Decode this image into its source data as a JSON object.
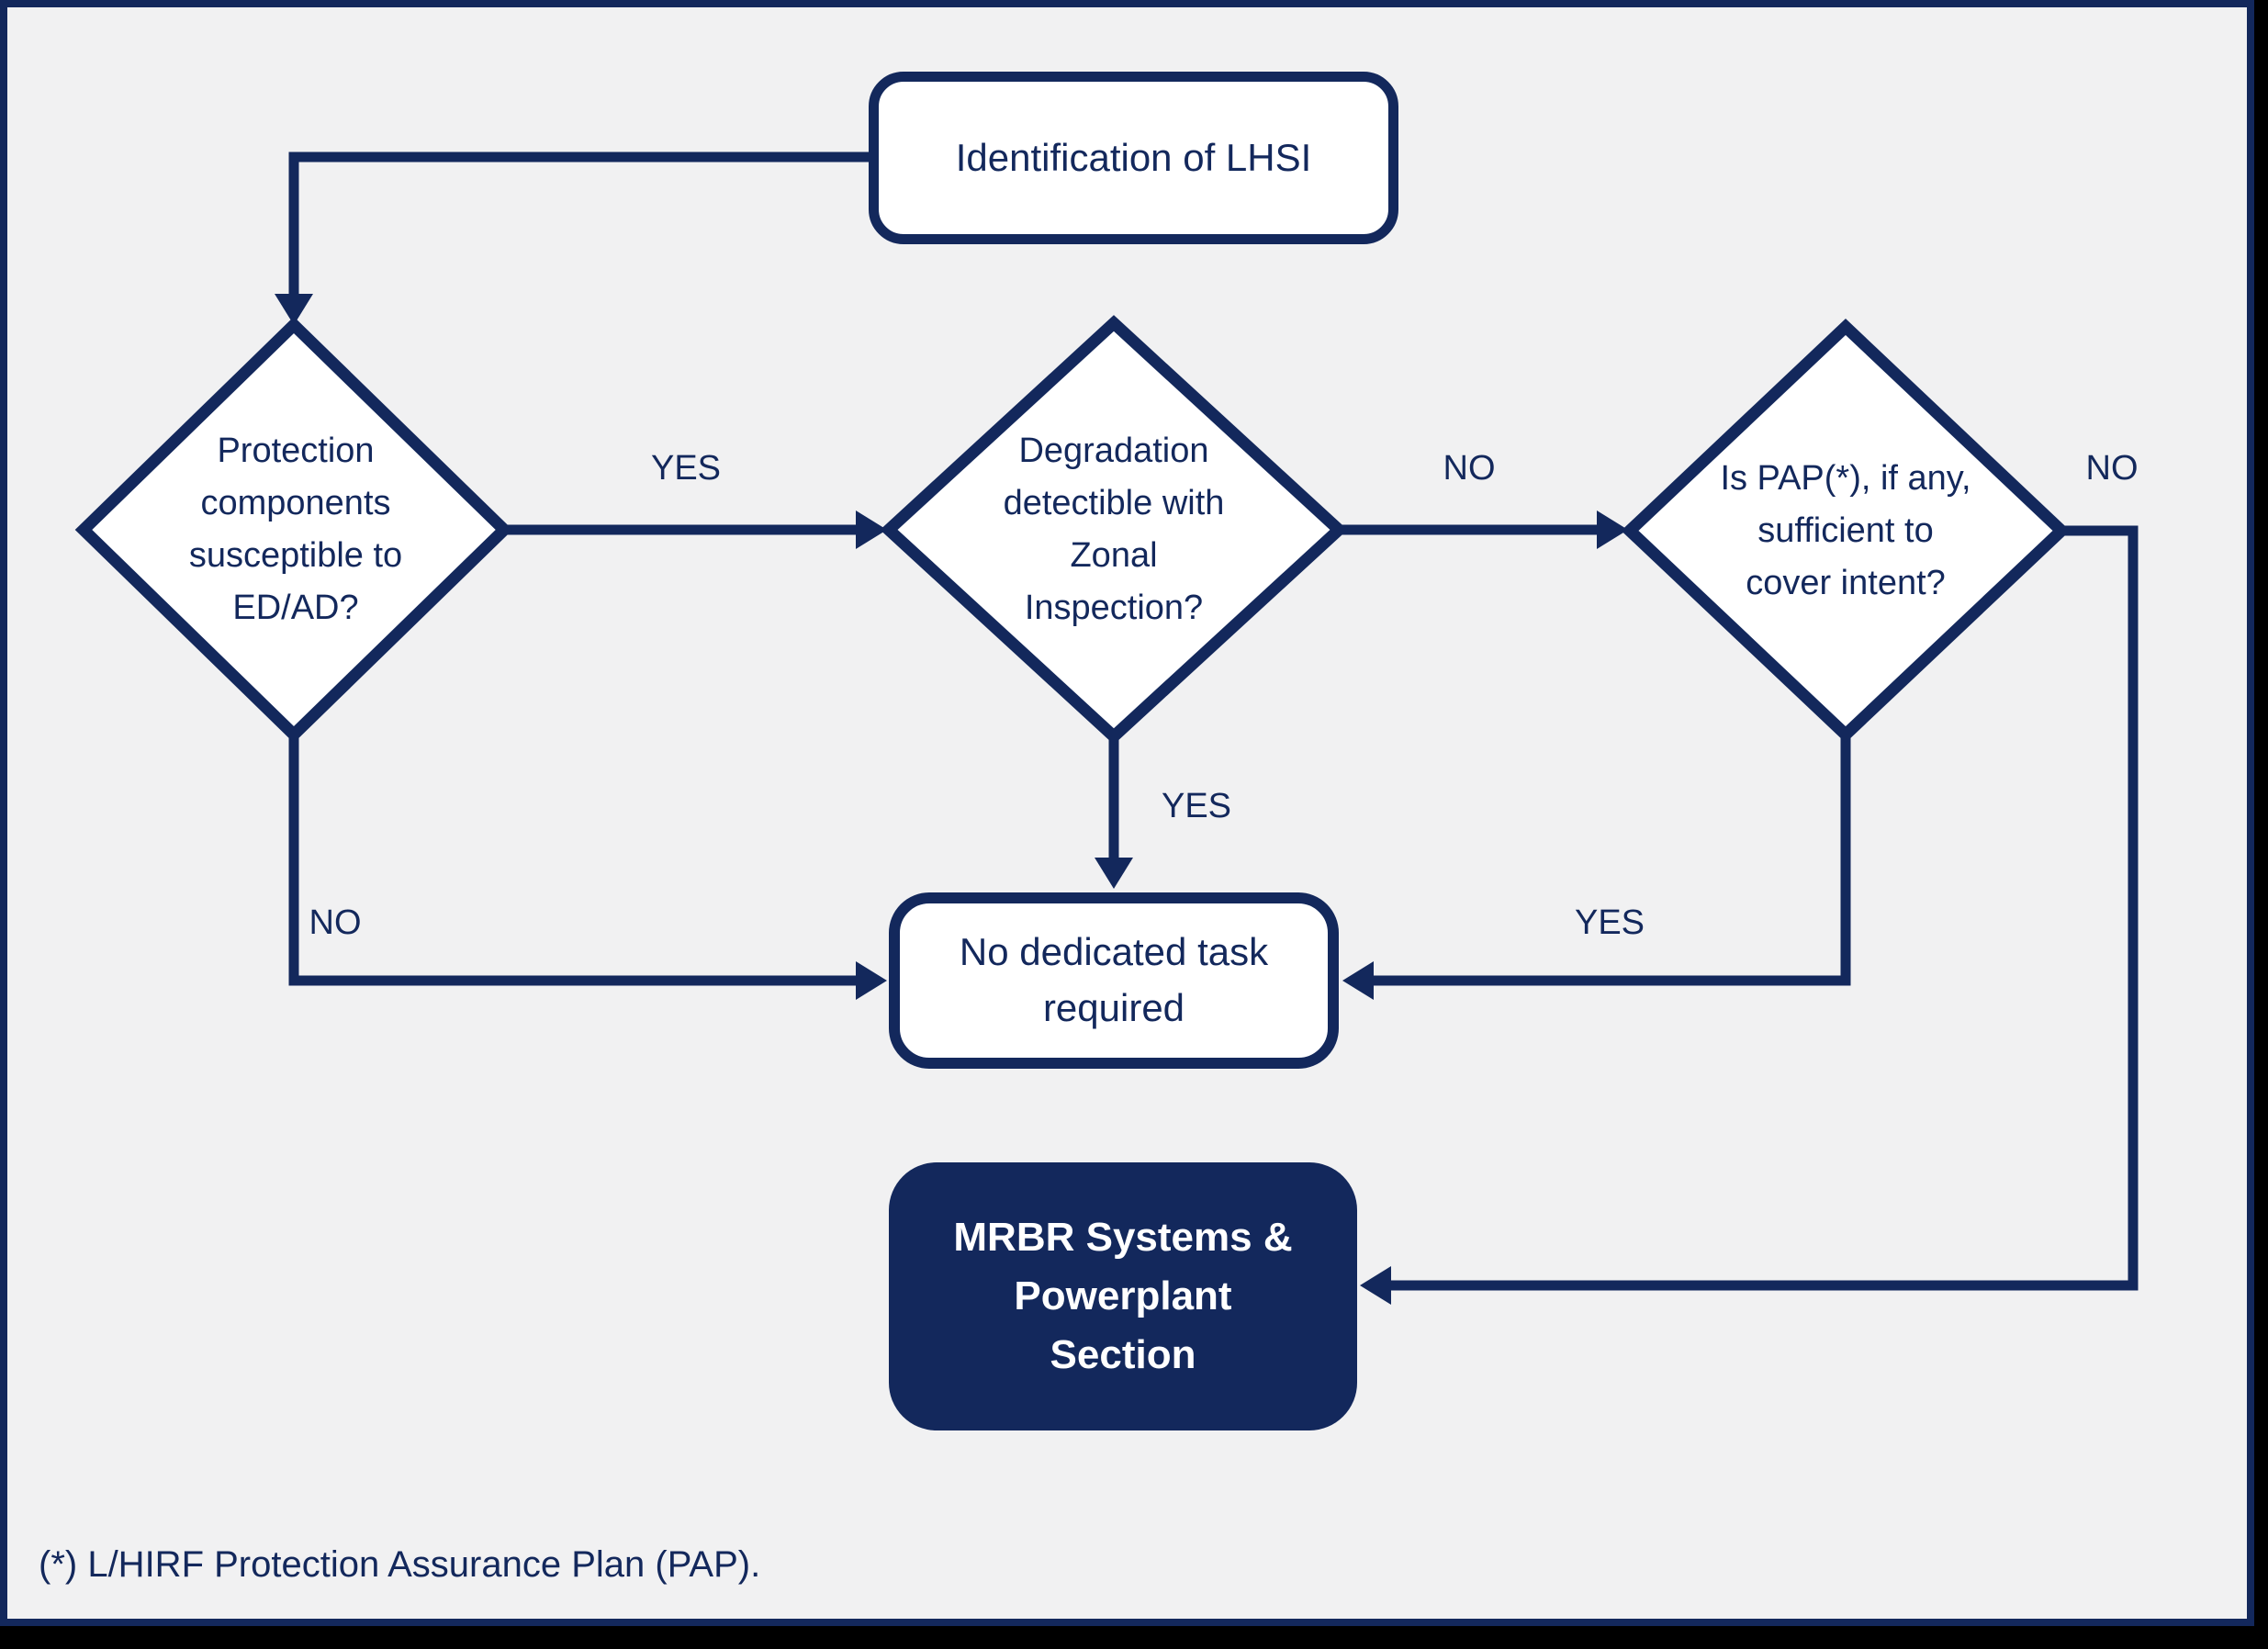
{
  "flowchart": {
    "nodes": {
      "start": {
        "label": "Identification of LHSI"
      },
      "protection_decision": {
        "label": [
          "Protection",
          "components",
          "susceptible to",
          "ED/AD?"
        ]
      },
      "zonal_decision": {
        "label": [
          "Degradation",
          "detectible with",
          "Zonal",
          "Inspection?"
        ]
      },
      "pap_decision": {
        "label": [
          "Is PAP(*), if any,",
          "sufficient to",
          "cover intent?"
        ]
      },
      "no_task": {
        "label": [
          "No dedicated task",
          "required"
        ]
      },
      "mrbr": {
        "label": [
          "MRBR Systems &",
          "Powerplant",
          "Section"
        ]
      }
    },
    "edge_labels": {
      "protection_yes": "YES",
      "protection_no": "NO",
      "zonal_yes": "YES",
      "zonal_no": "NO",
      "pap_yes": "YES",
      "pap_no": "NO"
    },
    "footnote": "(*) L/HIRF Protection Assurance Plan (PAP)."
  },
  "colors": {
    "navy": "#13285c",
    "panel_background": "#f1f1f2",
    "node_fill": "#ffffff",
    "mrbr_fill": "#13285c",
    "mrbr_text": "#ffffff"
  }
}
